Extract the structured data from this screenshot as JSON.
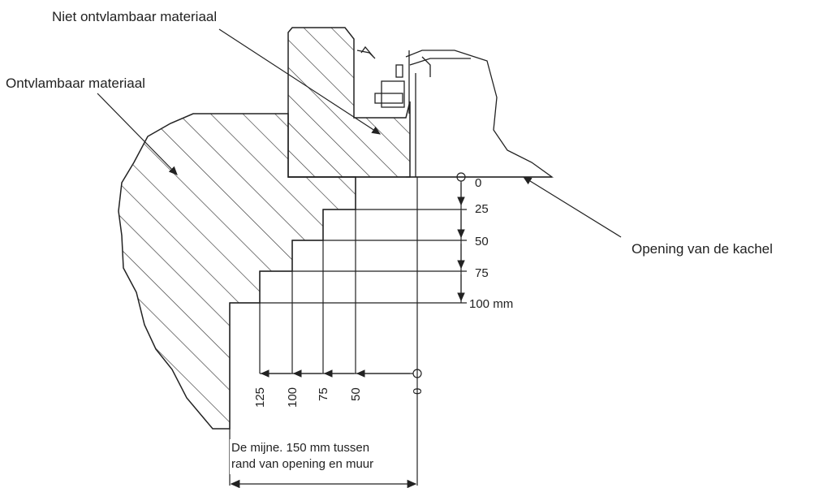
{
  "labels": {
    "non_flammable": "Niet ontvlambaar materiaal",
    "flammable": "Ontvlambaar materiaal",
    "stove_opening": "Opening van de kachel"
  },
  "vertical_scale": {
    "ticks": [
      "0",
      "25",
      "50",
      "75",
      "100 mm"
    ]
  },
  "horizontal_scale": {
    "ticks": [
      "125",
      "100",
      "75",
      "50",
      "0"
    ]
  },
  "note": {
    "line1": "De mijne. 150 mm tussen",
    "line2": "rand van opening en muur"
  },
  "colors": {
    "line": "#222222",
    "hatch": "#333333",
    "background": "#ffffff"
  }
}
